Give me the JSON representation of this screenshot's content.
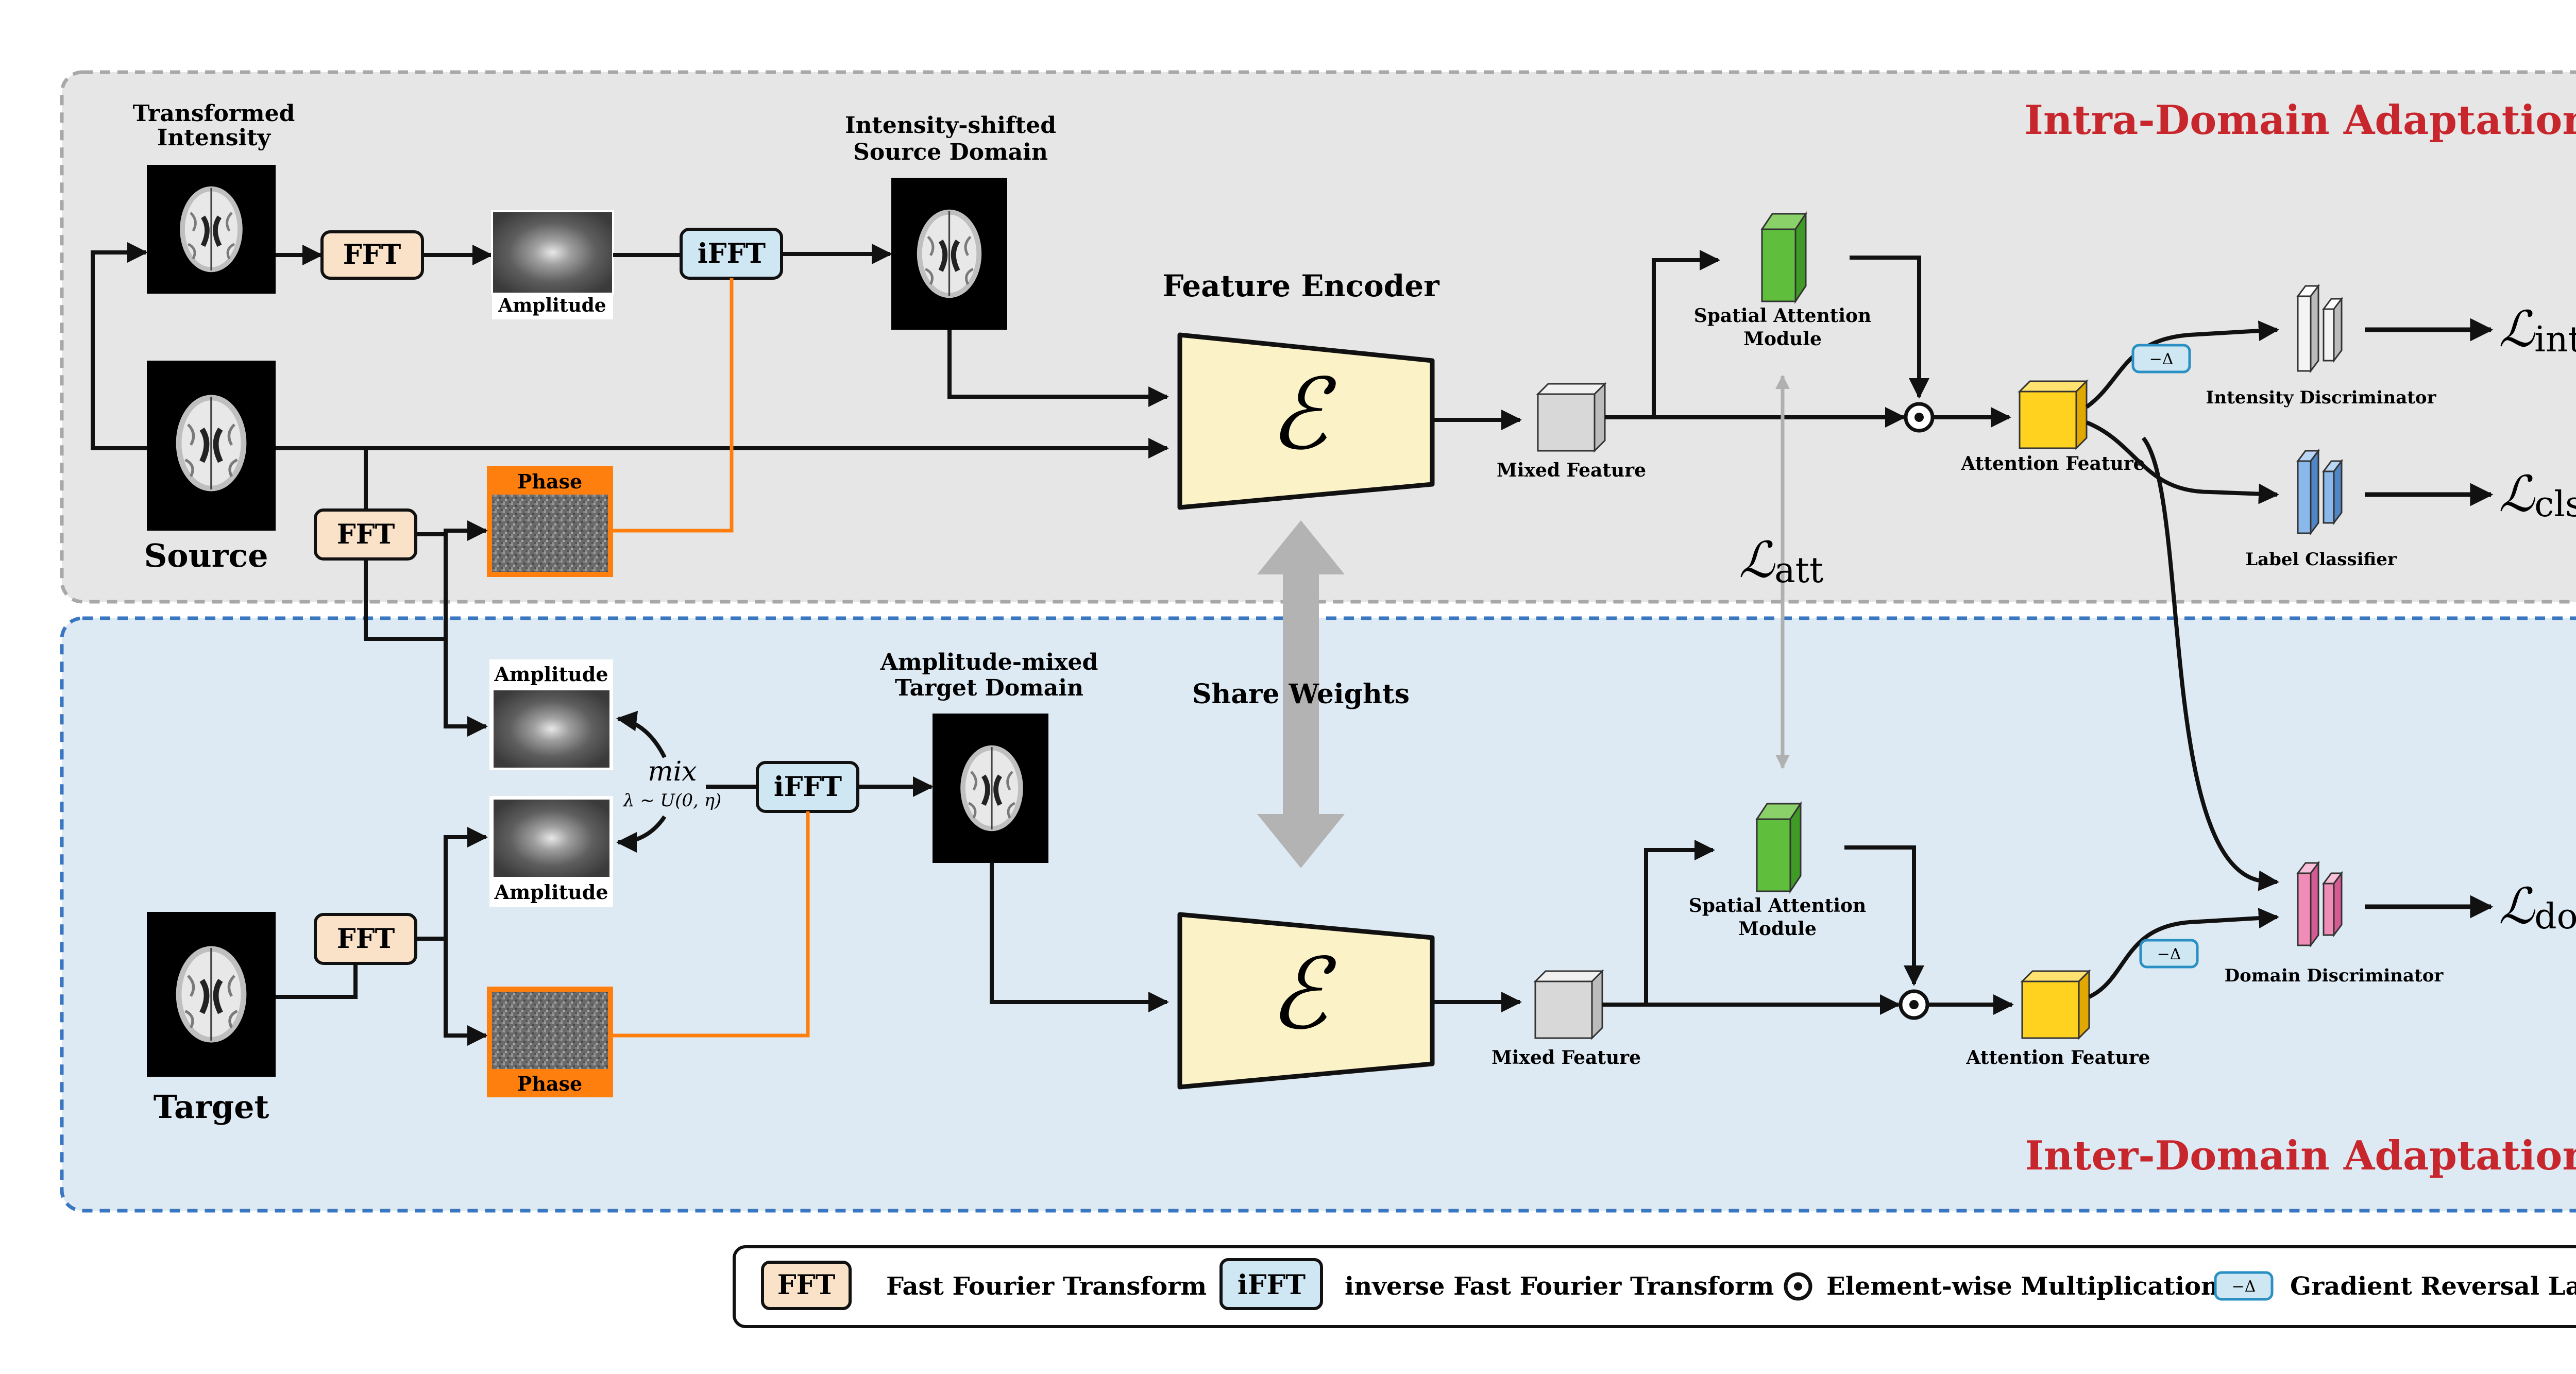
{
  "regions": {
    "intra_title": "Intra-Domain Adaptation",
    "inter_title": "Inter-Domain Adaptation"
  },
  "images": {
    "transformed_label_1": "Transformed",
    "transformed_label_2": "Intensity",
    "source_label": "Source",
    "target_label": "Target",
    "shifted_label_1": "Intensity-shifted",
    "shifted_label_2": "Source Domain",
    "mixed_label_1": "Amplitude-mixed",
    "mixed_label_2": "Target Domain",
    "amplitude_label": "Amplitude",
    "phase_label": "Phase"
  },
  "ops": {
    "fft": "FFT",
    "ifft": "iFFT",
    "mix": "mix",
    "lambda": "λ ∼ U(0, η)"
  },
  "encoder": {
    "title": "Feature Encoder",
    "symbol": "ℰ",
    "share_weights": "Share Weights"
  },
  "features": {
    "mixed_feature": "Mixed Feature",
    "attention_feature": "Attention Feature",
    "sam_label_1": "Spatial Attention",
    "sam_label_2": "Module",
    "intensity_discriminator": "Intensity Discriminator",
    "label_classifier": "Label Classifier",
    "domain_discriminator": "Domain Discriminator",
    "grl_symbol": "−Δ"
  },
  "losses": {
    "script": "ℒ",
    "int_sub": "int",
    "cls_sub": "cls",
    "dom_sub": "dom",
    "att_sub": "att"
  },
  "legend": {
    "fft_desc": "Fast Fourier Transform",
    "ifft_desc": "inverse Fast Fourier Transform",
    "odot_desc": "Element-wise Multiplication",
    "grl_desc": "Gradient Reversal Layer"
  },
  "colors": {
    "intra_bg": "#e6e6e6",
    "inter_bg": "#deeaf3",
    "title_red": "#c8262d",
    "fft_fill": "#f9e2c8",
    "ifft_fill": "#cfe7f3",
    "encoder_fill": "#fbf2c8",
    "phase_orange": "#ff7f0e",
    "sam_green": "#5fbf3c",
    "attn_yellow": "#ffd21f",
    "disc_white": "#f4f4f4",
    "cls_blue": "#8ab8ea",
    "dom_pink": "#f08cb7"
  }
}
